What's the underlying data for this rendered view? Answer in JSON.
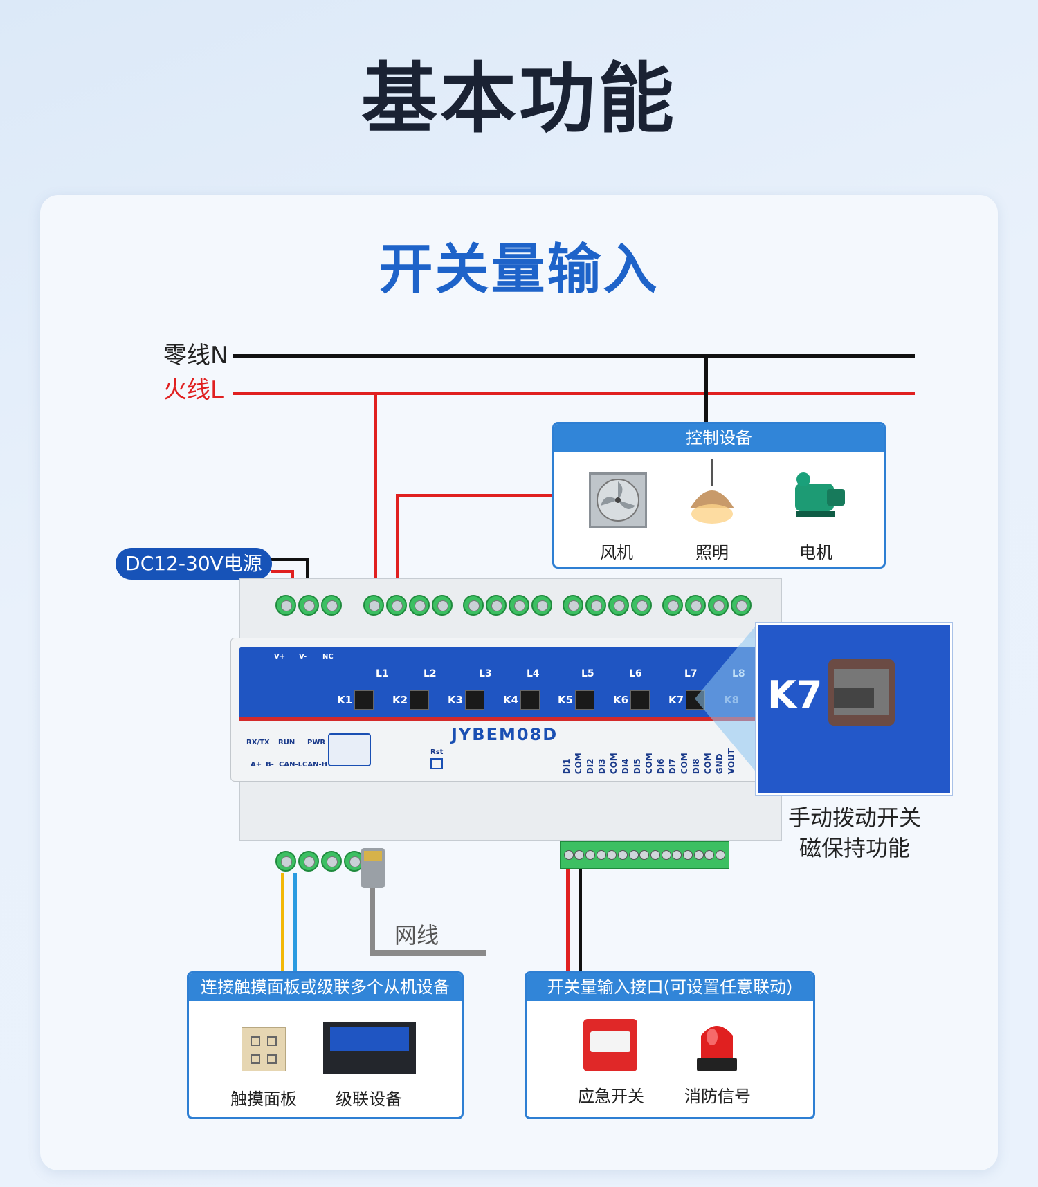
{
  "main_title": "基本功能",
  "sub_title": "开关量输入",
  "wires": {
    "neutral_label": "零线N",
    "live_label": "火线L",
    "network_label": "网线"
  },
  "colors": {
    "neutral": "#111111",
    "live": "#e02020",
    "accent_blue": "#1e63c9",
    "box_blue": "#3185d8",
    "yellow_wire": "#f2b807",
    "blue_wire": "#2a9be0",
    "network_gray": "#8a8a8a"
  },
  "controlled_devices": {
    "header": "控制设备",
    "items": [
      {
        "label": "风机",
        "icon": "fan-icon"
      },
      {
        "label": "照明",
        "icon": "lamp-icon"
      },
      {
        "label": "电机",
        "icon": "motor-icon"
      }
    ]
  },
  "power_pill": "DC12-30V电源",
  "device": {
    "model": "JYBEM08D",
    "relays": [
      "L1",
      "L2",
      "L3",
      "L4",
      "L5",
      "L6",
      "L7",
      "L8"
    ],
    "keys": [
      "K1",
      "K2",
      "K3",
      "K4",
      "K5",
      "K6",
      "K7",
      "K8"
    ],
    "power_terms": [
      "V+",
      "V-",
      "NC"
    ],
    "indicators": [
      "RX/TX",
      "RUN",
      "PWR"
    ],
    "bus_terms": [
      "A+",
      "B-",
      "CAN-L",
      "CAN-H"
    ],
    "reset": "Rst",
    "di_terms": [
      "DI1",
      "COM",
      "DI2",
      "DI3",
      "COM",
      "DI4",
      "DI5",
      "COM",
      "DI6",
      "DI7",
      "COM",
      "DI8",
      "COM",
      "GND",
      "VOUT"
    ]
  },
  "zoom": {
    "key": "K7",
    "caption_line1": "手动拨动开关",
    "caption_line2": "磁保持功能"
  },
  "slave_box": {
    "header": "连接触摸面板或级联多个从机设备",
    "items": [
      {
        "label": "触摸面板",
        "icon": "touch-panel-icon"
      },
      {
        "label": "级联设备",
        "icon": "cascade-device-icon"
      }
    ]
  },
  "di_box": {
    "header": "开关量输入接口(可设置任意联动)",
    "items": [
      {
        "label": "应急开关",
        "icon": "emergency-switch-icon"
      },
      {
        "label": "消防信号",
        "icon": "fire-alarm-light-icon"
      }
    ]
  }
}
